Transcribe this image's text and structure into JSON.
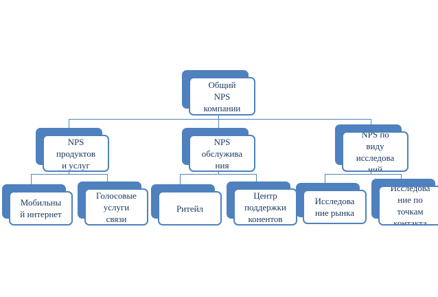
{
  "diagram": {
    "type": "organizational-hierarchy",
    "title": "",
    "accent_color": "#4E81BD",
    "text_color": "#17375E",
    "background_color": "#FFFFFF",
    "levels": 3,
    "root": {
      "id": "root",
      "label": "Общий\nNPS\nкомпании"
    },
    "level2": [
      {
        "id": "nps-products",
        "label": "NPS\nпродуктов\nи услуг"
      },
      {
        "id": "nps-service",
        "label": "NPS\nобслужива\nния"
      },
      {
        "id": "nps-research-type",
        "label": "NPS по\nвиду\nисследова\nний"
      }
    ],
    "level3": [
      {
        "id": "mobile-internet",
        "label": "Мобильны\nй интернет",
        "parent": "nps-products"
      },
      {
        "id": "voice-services",
        "label": "Голосовые\nуслуги\nсвязи",
        "parent": "nps-products"
      },
      {
        "id": "retail",
        "label": "Ритейл",
        "parent": "nps-service"
      },
      {
        "id": "content-support-center",
        "label": "Центр\nподдержки\nконентов",
        "parent": "nps-service"
      },
      {
        "id": "market-research",
        "label": "Исследова\nние рынка",
        "parent": "nps-research-type"
      },
      {
        "id": "touchpoint-research",
        "label": "Исследова\nние по\nточкам\nконтакта",
        "parent": "nps-research-type"
      }
    ]
  }
}
